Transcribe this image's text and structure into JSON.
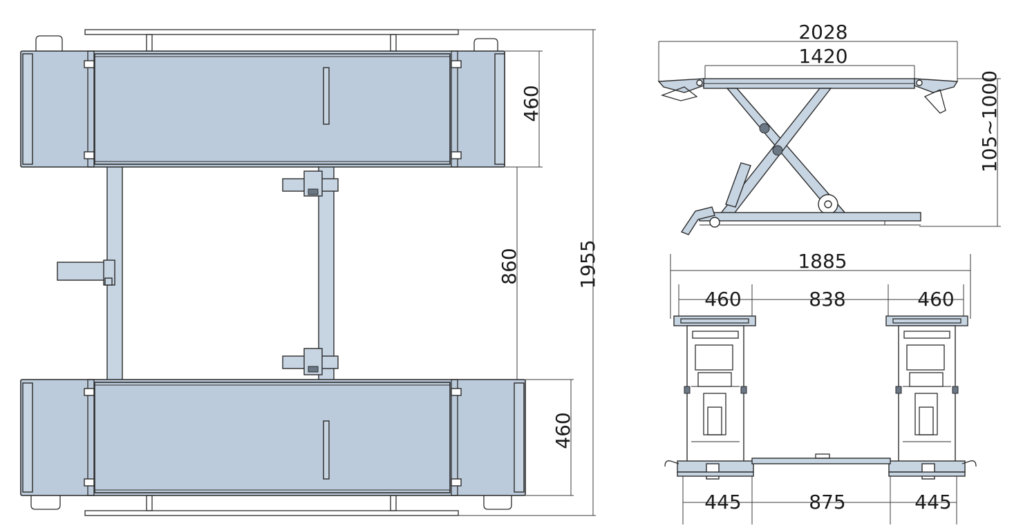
{
  "dimensions": {
    "top_view": {
      "platform_width_top": "460",
      "platform_width_bottom": "460",
      "gap_between_platforms": "860",
      "overall_width": "1955"
    },
    "side_view": {
      "overall_length": "2028",
      "platform_length": "1420",
      "lift_height": "105~1000"
    },
    "front_view": {
      "overall_width": "1885",
      "platform_left": "460",
      "gap_middle": "838",
      "platform_right": "460",
      "base_left": "445",
      "base_middle": "875",
      "base_right": "445"
    }
  },
  "colors": {
    "platform_fill": "#bccbdb",
    "line": "#2a2a2a"
  }
}
